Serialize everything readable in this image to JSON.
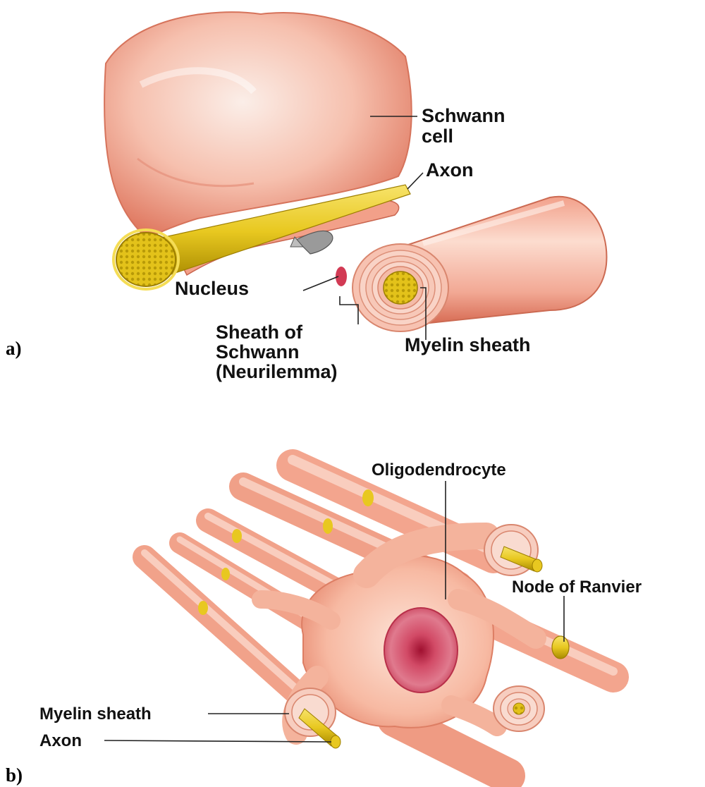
{
  "panel_a": {
    "letter": "a)",
    "labels": {
      "schwann_line1": "Schwann",
      "schwann_line2": "cell",
      "axon": "Axon",
      "nucleus": "Nucleus",
      "sheath_line1": "Sheath of",
      "sheath_line2": "Schwann",
      "sheath_line3": "(Neurilemma)",
      "myelin": "Myelin sheath"
    }
  },
  "panel_b": {
    "letter": "b)",
    "labels": {
      "oligodendrocyte": "Oligodendrocyte",
      "node": "Node of Ranvier",
      "myelin": "Myelin sheath",
      "axon": "Axon"
    }
  },
  "colors": {
    "membrane": "#f4a58c",
    "membrane_light": "#fbd9cc",
    "membrane_dark": "#d9745c",
    "axon": "#e8c820",
    "axon_dark": "#a88a00",
    "nucleus": "#c8405a"
  }
}
